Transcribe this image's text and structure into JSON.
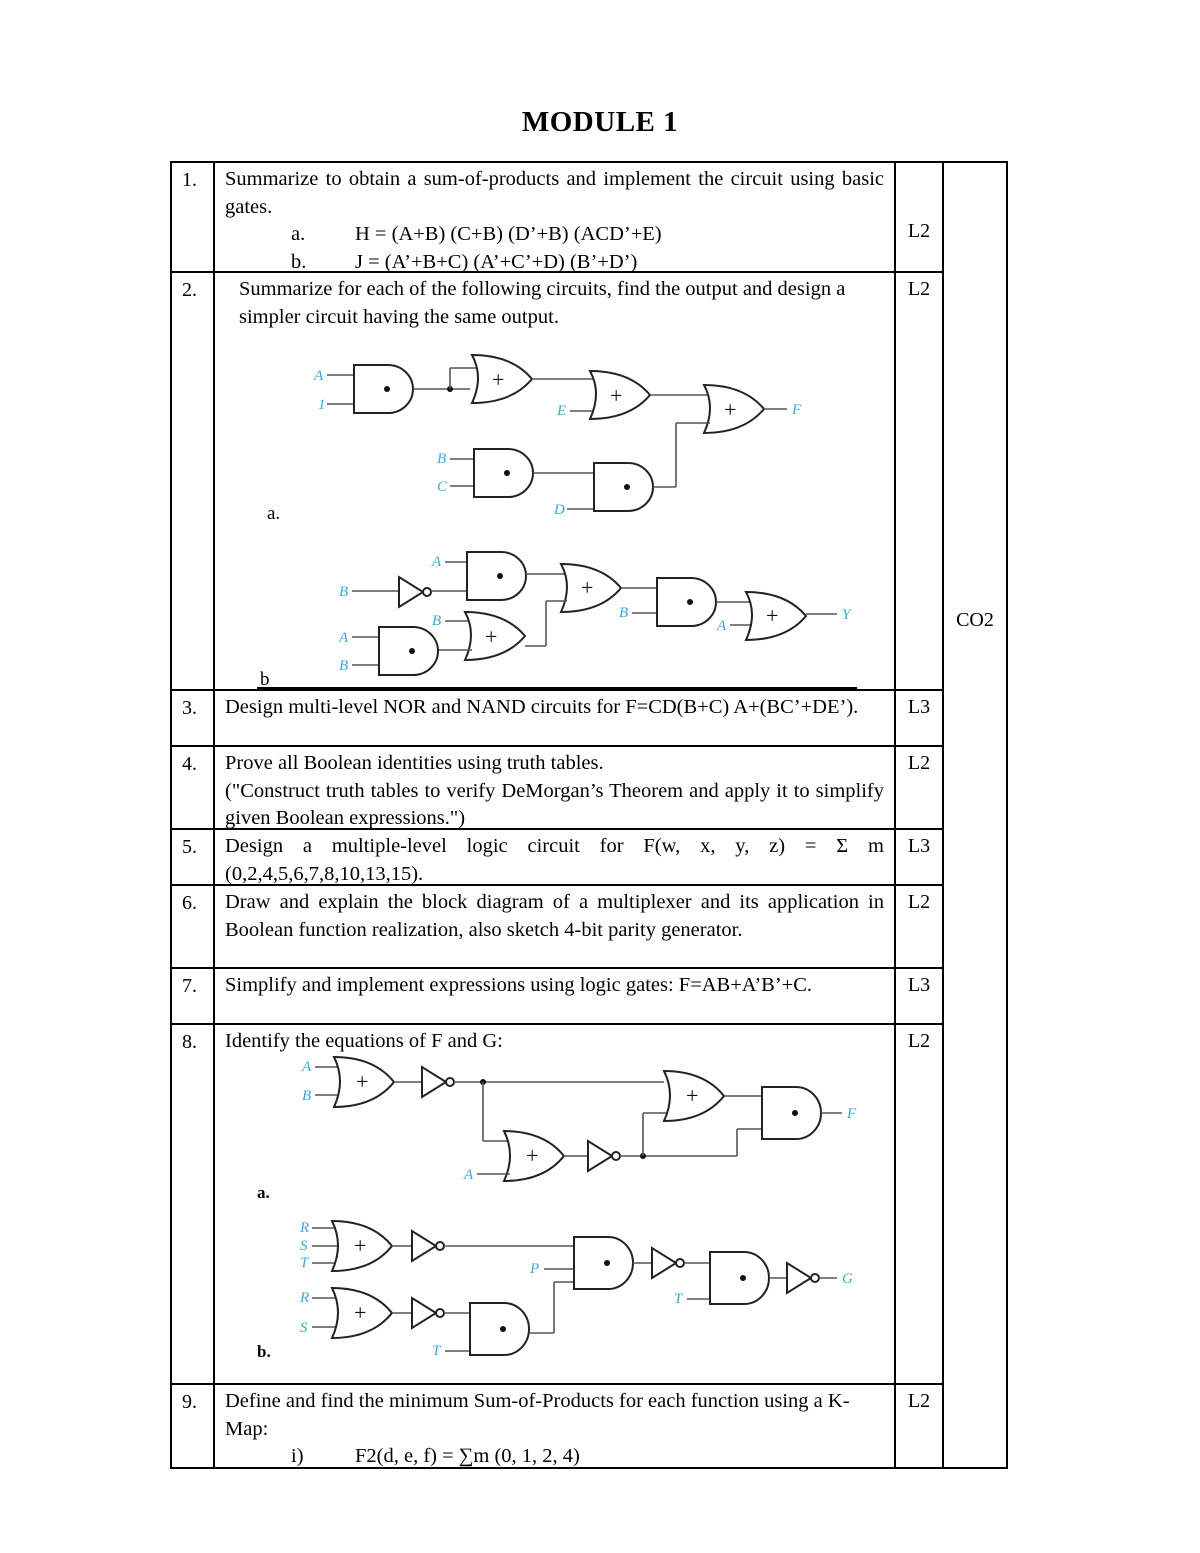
{
  "title": "MODULE 1",
  "co_label": "CO2",
  "questions": [
    {
      "num": "1.",
      "text": "Summarize to obtain a sum-of-products and implement the circuit using basic gates.",
      "parts": [
        {
          "label": "a.",
          "expr": "H = (A+B) (C+B) (D’+B) (ACD’+E)"
        },
        {
          "label": "b.",
          "expr": "J = (A’+B+C) (A’+C’+D) (B’+D’)"
        }
      ],
      "level": "L2"
    },
    {
      "num": "2.",
      "text": "Summarize for each of the following circuits, find the output and design a simpler circuit having the same output.",
      "diagram_labels": [
        "a.",
        "b"
      ],
      "diagram_a_inputs": [
        "A",
        "1",
        "E",
        "B",
        "C",
        "D"
      ],
      "diagram_a_output": "F",
      "diagram_b_inputs": [
        "A",
        "B",
        "A",
        "B",
        "B",
        "B",
        "A"
      ],
      "diagram_b_output": "Y",
      "level": "L2"
    },
    {
      "num": "3.",
      "text": "Design multi-level NOR and NAND circuits for F=CD(B+C) A+(BC’+DE’).",
      "level": "L3"
    },
    {
      "num": "4.",
      "text": "Prove all Boolean identities using truth tables.",
      "text2": "(\"Construct truth tables to verify DeMorgan’s Theorem and apply it to simplify given Boolean expressions.\")",
      "level": "L2"
    },
    {
      "num": "5.",
      "text": "Design a multiple-level logic circuit for F(w, x, y, z) = Σ m (0,2,4,5,6,7,8,10,13,15).",
      "level": "L3"
    },
    {
      "num": "6.",
      "text": "Draw and explain the block diagram of a multiplexer and its application in Boolean function realization, also sketch 4-bit parity generator.",
      "level": "L2"
    },
    {
      "num": "7.",
      "text": "Simplify and implement expressions using logic gates: F=AB+A’B’+C.",
      "level": "L3"
    },
    {
      "num": "8.",
      "text": "Identify the equations of F and G:",
      "diagram_labels": [
        "a.",
        "b."
      ],
      "diagram_a_inputs": [
        "A",
        "B",
        "A"
      ],
      "diagram_a_output": "F",
      "diagram_b_inputs": [
        "R",
        "S",
        "T",
        "R",
        "S",
        "T",
        "P",
        "T"
      ],
      "diagram_b_output": "G",
      "level": "L2"
    },
    {
      "num": "9.",
      "text": "Define and find the minimum Sum-of-Products for each function using a K-Map:",
      "parts": [
        {
          "label": "i)",
          "expr": "F2(d, e, f) = ∑m (0, 1, 2, 4)"
        }
      ],
      "level": "L2"
    }
  ],
  "gate_symbols": {
    "and": "•",
    "or": "+"
  }
}
